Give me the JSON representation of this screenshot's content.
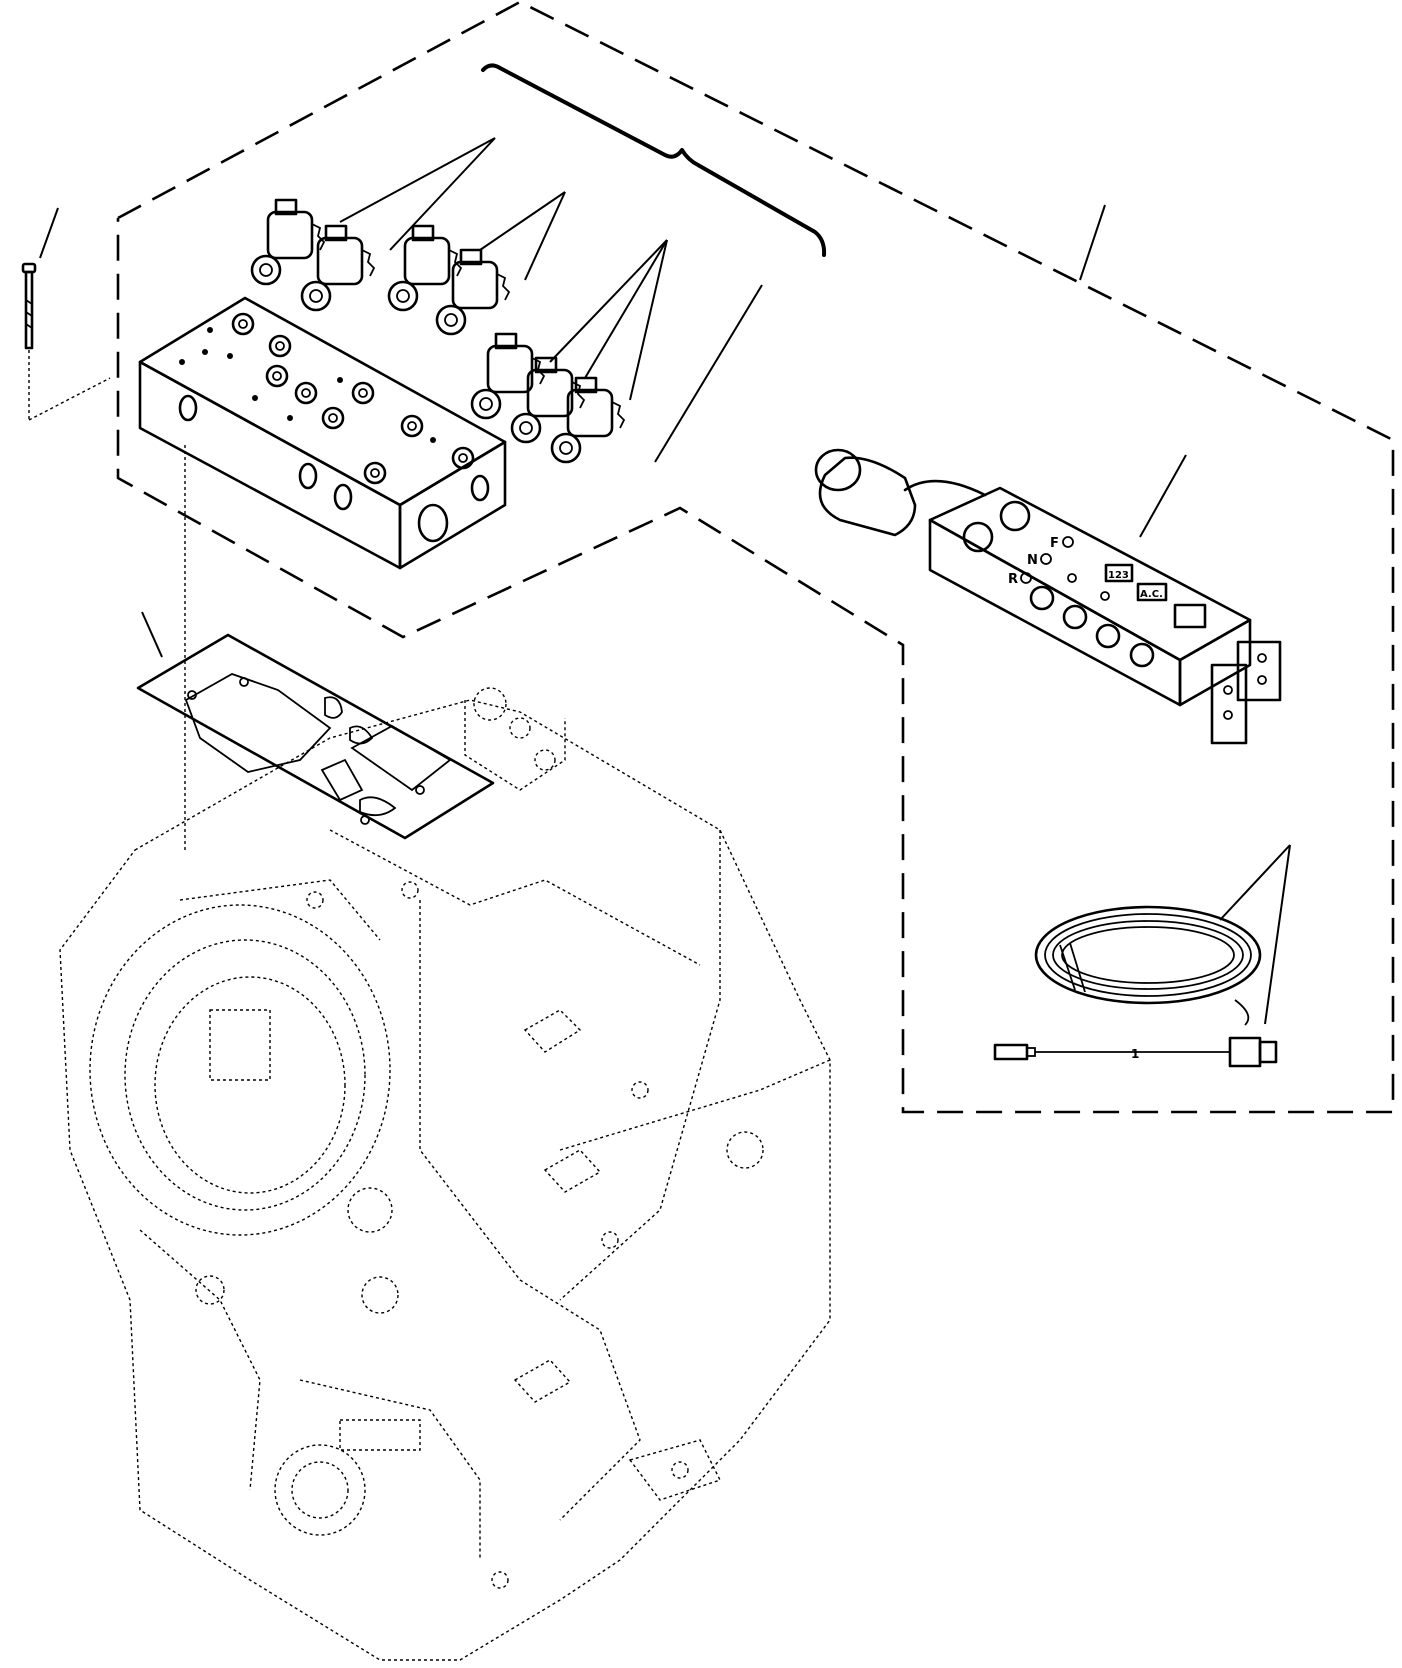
{
  "drawing": {
    "type": "exploded parts diagram",
    "controller_keys": {
      "forward": "F",
      "neutral": "N",
      "reverse": "R",
      "display_a": "123",
      "display_b": "A.C."
    },
    "wire_marking": "1"
  },
  "colors": {
    "line": "#000000",
    "background": "#ffffff"
  }
}
